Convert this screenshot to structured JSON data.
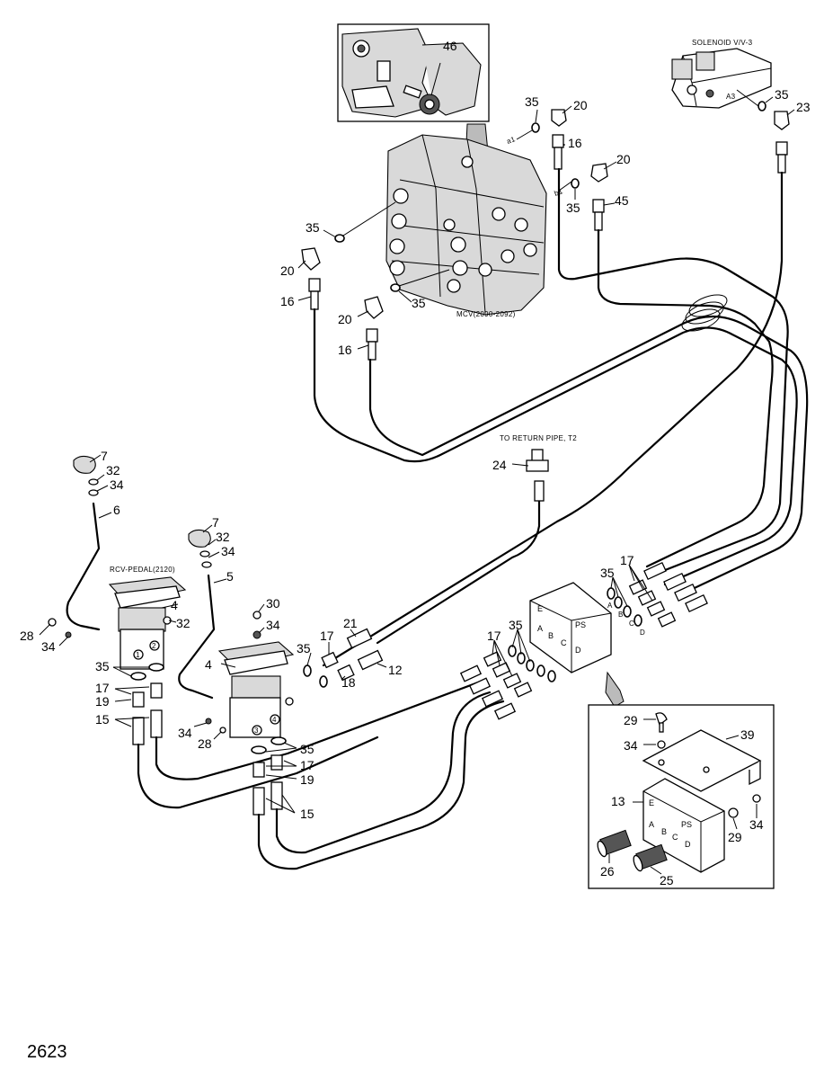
{
  "page_number": "2623",
  "labels": {
    "solenoid": "SOLENOID V/V-3",
    "mcv": "MCV(2090-2092)",
    "return_pipe": "TO RETURN PIPE, T2",
    "rcv_pedal": "RCV-PEDAL(2120)"
  },
  "block_ports": {
    "E": "E",
    "A": "A",
    "B": "B",
    "C": "C",
    "D": "D",
    "PS": "PS"
  },
  "solenoid_ports": {
    "A3": "A3"
  },
  "mcv_ports": {
    "a1": "a1",
    "b1": "b1"
  },
  "pedal_ports": {
    "p1": "1",
    "p2": "2",
    "p3": "3",
    "p4": "4"
  },
  "part_callouts": {
    "c46": "46",
    "c35_top": "35",
    "c20_top": "20",
    "c16_top": "16",
    "c20_mid": "20",
    "c35_mid": "35",
    "c45": "45",
    "c35_sol": "35",
    "c23": "23",
    "c35_left": "35",
    "c20_left": "20",
    "c16_left": "16",
    "c20_low": "20",
    "c35_low": "35",
    "c16_low": "16",
    "c24": "24",
    "c7_a": "7",
    "c32_a": "32",
    "c34_a": "34",
    "c6": "6",
    "c7_b": "7",
    "c32_b": "32",
    "c34_b": "34",
    "c5": "5",
    "c4_a": "4",
    "c32_c": "32",
    "c28_a": "28",
    "c34_c": "34",
    "c35_p1": "35",
    "c17_p1": "17",
    "c19_p1": "19",
    "c15_p1": "15",
    "c30": "30",
    "c34_d": "34",
    "c4_b": "4",
    "c34_e": "34",
    "c28_b": "28",
    "c35_p2": "35",
    "c17_p2": "17",
    "c19_p2": "19",
    "c15_p2": "15",
    "c35_f": "35",
    "c17_f": "17",
    "c21": "21",
    "c18": "18",
    "c12": "12",
    "c17_g": "17",
    "c35_g": "35",
    "c35_h": "35",
    "c17_h": "17",
    "c29_a": "29",
    "c39": "39",
    "c34_i": "34",
    "c13": "13",
    "c29_b": "29",
    "c34_j": "34",
    "c26": "26",
    "c25": "25"
  },
  "detail_block_ports": {
    "E": "E",
    "A": "A",
    "B": "B",
    "C": "C",
    "D": "D",
    "PS": "PS"
  }
}
